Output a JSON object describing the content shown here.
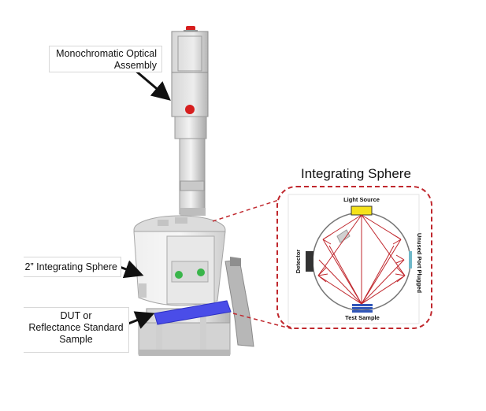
{
  "labels": {
    "optical_assembly_line1": "Monochromatic Optical",
    "optical_assembly_line2": "Assembly",
    "integrating_sphere_small": "2” Integrating Sphere",
    "dut_line1": "DUT or",
    "dut_line2": "Reflectance Standard",
    "dut_line3": "Sample"
  },
  "inset": {
    "title": "Integrating Sphere",
    "light_source": "Light Source",
    "detector": "Detector",
    "unused_port": "Unused Port Plugged",
    "test_sample": "Test Sample"
  },
  "colors": {
    "dashed_border": "#c0272d",
    "ray": "#c0272d",
    "light_source": "#f5e21a",
    "sample": "#2f55b8",
    "dut_plate": "#4a4de8",
    "green_led": "#39b54a",
    "red_knob": "#d61e1e"
  }
}
